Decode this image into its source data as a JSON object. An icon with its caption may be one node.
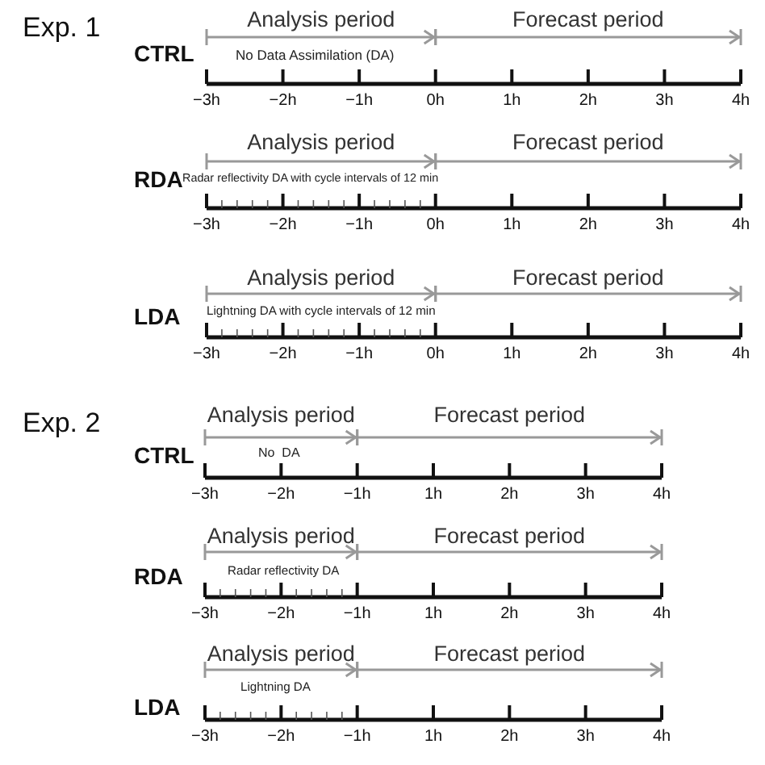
{
  "diagram": {
    "labels": [
      "Exp. 1",
      "Analysis period",
      "Forecast period",
      "CTRL",
      "No Data Assimilation (DA)",
      "−3h",
      "−2h",
      "−1h",
      "0h",
      "1h",
      "2h",
      "3h",
      "4h",
      "Analysis period",
      "Forecast period",
      "RDA",
      "Radar reflectivity DA with cycle intervals of 12 min",
      "−3h",
      "−2h",
      "−1h",
      "0h",
      "1h",
      "2h",
      "3h",
      "4h",
      "Analysis period",
      "Forecast period",
      "LDA",
      "Lightning DA with cycle intervals of 12 min",
      "−3h",
      "−2h",
      "−1h",
      "0h",
      "1h",
      "2h",
      "3h",
      "4h",
      "Exp. 2",
      "Analysis period",
      "Forecast period",
      "CTRL",
      "No  DA",
      "−3h",
      "−2h",
      "−1h",
      "1h",
      "2h",
      "3h",
      "4h",
      "Analysis period",
      "Forecast period",
      "RDA",
      "Radar reflectivity DA",
      "−3h",
      "−2h",
      "−1h",
      "1h",
      "2h",
      "3h",
      "4h",
      "Analysis period",
      "Forecast period",
      "LDA",
      "Lightning DA",
      "−3h",
      "−2h",
      "−1h",
      "1h",
      "2h",
      "3h",
      "4h"
    ]
  }
}
